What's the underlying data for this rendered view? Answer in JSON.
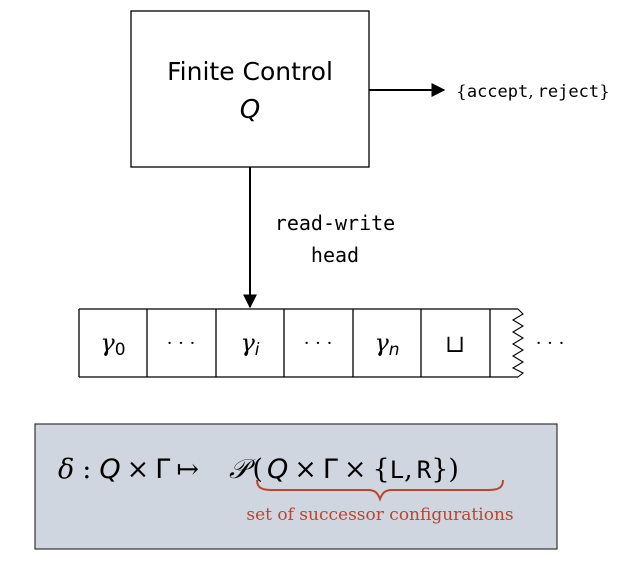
{
  "finite_control": {
    "title": "Finite Control",
    "state_symbol": "Q"
  },
  "output": {
    "open_brace": "{",
    "accept": "accept",
    "comma": ",",
    "reject": "reject",
    "close_brace": "}"
  },
  "head": {
    "line1": "read-write",
    "line2": "head"
  },
  "tape": {
    "cells": [
      {
        "base": "γ",
        "sub": "0"
      },
      {
        "base": "· · ·",
        "sub": ""
      },
      {
        "base": "γ",
        "sub": "i"
      },
      {
        "base": "· · ·",
        "sub": ""
      },
      {
        "base": "γ",
        "sub": "n"
      },
      {
        "base": "⊔",
        "sub": ""
      }
    ],
    "continuation": "· · ·"
  },
  "transition": {
    "delta": "δ",
    "colon": ":",
    "Q": "Q",
    "times1": "×",
    "Gamma": "Γ",
    "mapsto": "↦",
    "powerset": "𝒫",
    "paren_open": "(",
    "Q2": "Q",
    "times2": "×",
    "Gamma2": "Γ",
    "times3": "×",
    "set_open": "{",
    "L": "L",
    "set_comma": ",",
    "R": "R",
    "set_close": "}",
    "paren_close": ")",
    "annotation": "set of successor configurations"
  },
  "colors": {
    "stroke": "#000000",
    "formula_box_fill": "#cfd6e0",
    "formula_box_stroke": "#333333",
    "annotation": "#c0432c"
  }
}
